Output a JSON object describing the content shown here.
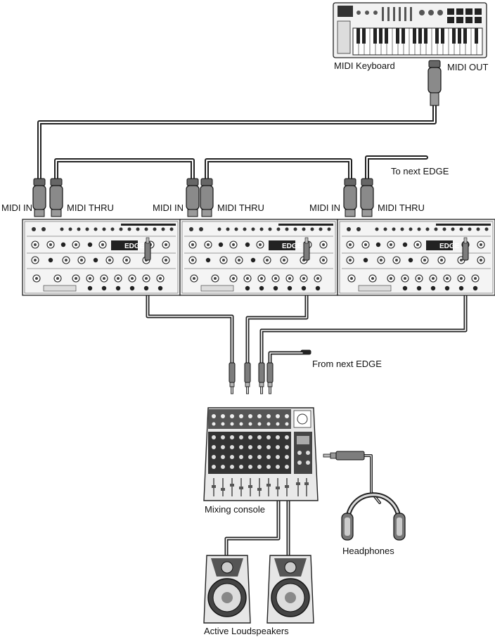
{
  "labels": {
    "midi_keyboard": "MIDI Keyboard",
    "midi_out": "MIDI OUT",
    "to_next": "To next EDGE",
    "from_next": "From next EDGE",
    "midi_in": "MIDI IN",
    "midi_thru": "MIDI THRU",
    "mixing_console": "Mixing console",
    "headphones": "Headphones",
    "active_loudspeakers": "Active Loudspeakers"
  },
  "synth_brand": "EDGE"
}
